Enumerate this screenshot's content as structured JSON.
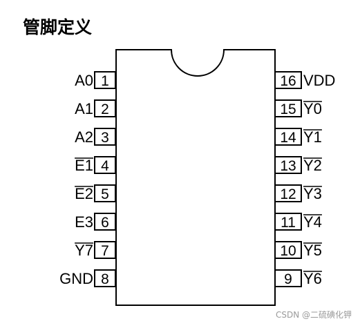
{
  "title": "管脚定义",
  "pins_left": [
    {
      "number": "1",
      "name": "A0",
      "overbar": false
    },
    {
      "number": "2",
      "name": "A1",
      "overbar": false
    },
    {
      "number": "3",
      "name": "A2",
      "overbar": false
    },
    {
      "number": "4",
      "name": "E1",
      "overbar": true
    },
    {
      "number": "5",
      "name": "E2",
      "overbar": true
    },
    {
      "number": "6",
      "name": "E3",
      "overbar": false
    },
    {
      "number": "7",
      "name": "Y7",
      "overbar": true
    },
    {
      "number": "8",
      "name": "GND",
      "overbar": false
    }
  ],
  "pins_right": [
    {
      "number": "16",
      "name": "VDD",
      "overbar": false
    },
    {
      "number": "15",
      "name": "Y0",
      "overbar": true
    },
    {
      "number": "14",
      "name": "Y1",
      "overbar": true
    },
    {
      "number": "13",
      "name": "Y2",
      "overbar": true
    },
    {
      "number": "12",
      "name": "Y3",
      "overbar": true
    },
    {
      "number": "11",
      "name": "Y4",
      "overbar": true
    },
    {
      "number": "10",
      "name": "Y5",
      "overbar": true
    },
    {
      "number": "9",
      "name": "Y6",
      "overbar": true
    }
  ],
  "watermark": "CSDN @二硫碘化钾"
}
